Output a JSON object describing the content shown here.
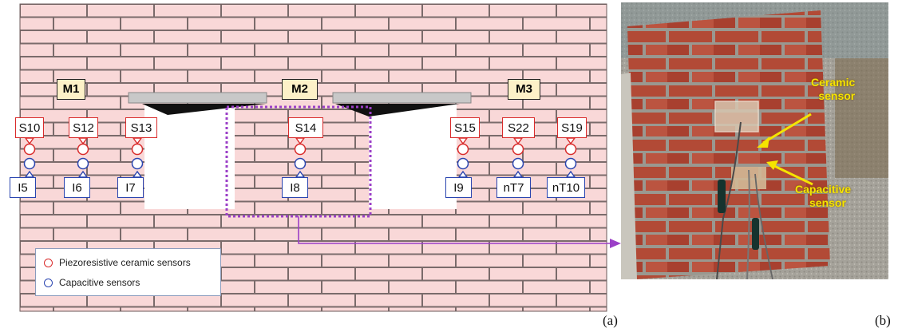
{
  "panel_a": {
    "module_labels": [
      "M1",
      "M2",
      "M3"
    ],
    "piezo_sensors": [
      "S10",
      "S12",
      "S13",
      "S14",
      "S15",
      "S22",
      "S19"
    ],
    "capacitive_sensors": [
      "I5",
      "I6",
      "I7",
      "I8",
      "I9",
      "nT7",
      "nT10"
    ],
    "legend": {
      "piezo": "Piezoresistive ceramic sensors",
      "capacitive": "Capacitive sensors"
    },
    "caption": "(a)"
  },
  "panel_b": {
    "ceramic_label_line1": "Ceramic",
    "ceramic_label_line2": "sensor",
    "capacitive_label_line1": "Capacitive",
    "capacitive_label_line2": "sensor",
    "caption": "(b)"
  },
  "colors": {
    "brick_fill": "#f9d8d8",
    "mortar": "#7a6b6b",
    "piezo_ring": "#d92b2b",
    "capacitive_ring": "#2a45b0",
    "highlight": "#9b3fc7",
    "module_label_bg": "#fdf1c8",
    "photo_label": "#f5e400"
  }
}
